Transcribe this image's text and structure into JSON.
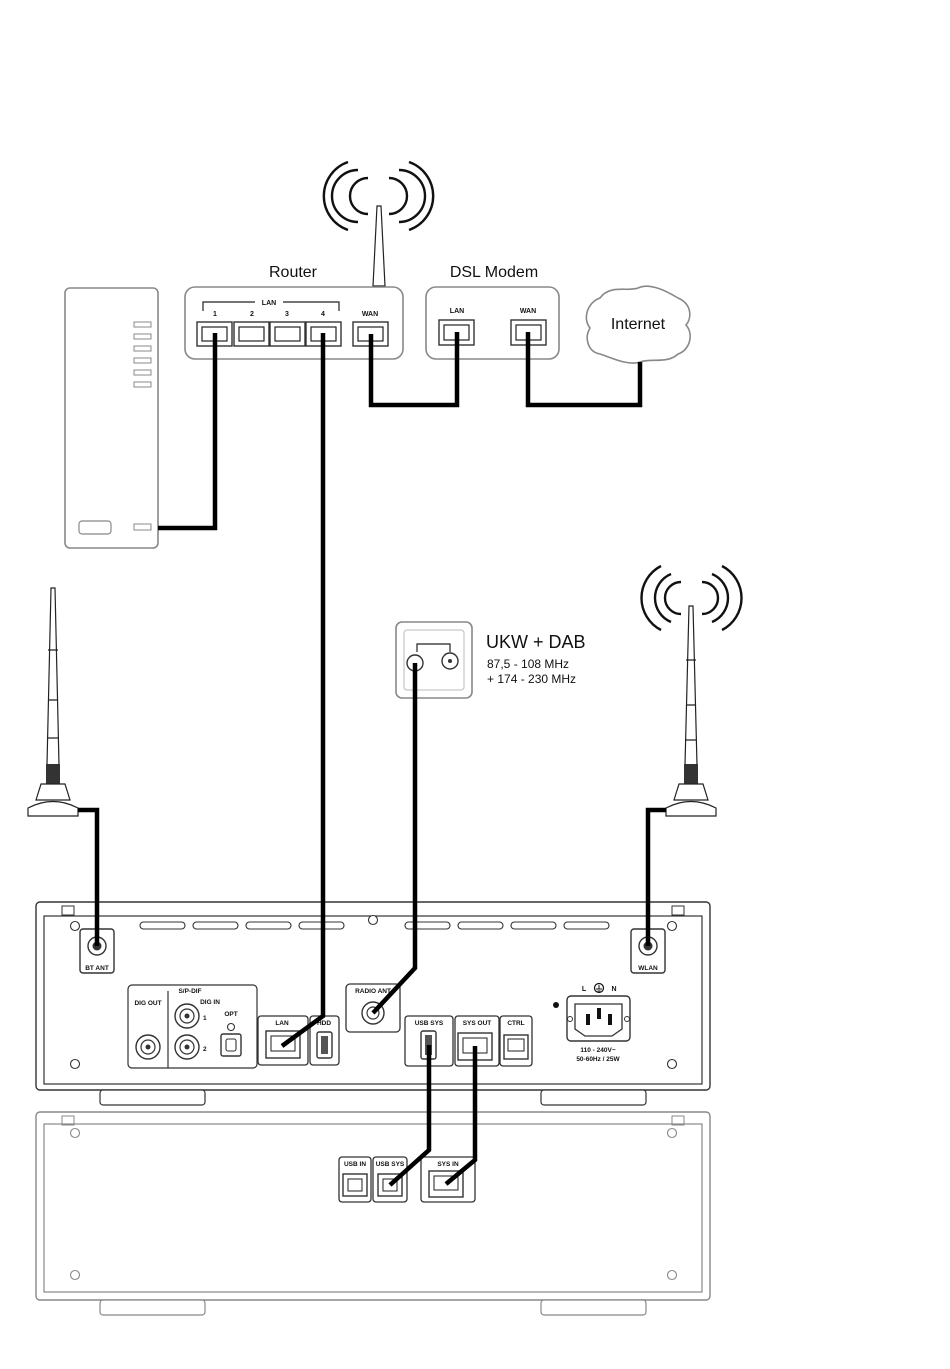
{
  "router": {
    "title": "Router",
    "lan_group": "LAN",
    "ports": [
      "1",
      "2",
      "3",
      "4"
    ],
    "wan": "WAN"
  },
  "modem": {
    "title": "DSL Modem",
    "lan": "LAN",
    "wan": "WAN"
  },
  "internet": "Internet",
  "antenna_socket": {
    "title": "UKW + DAB",
    "band1": "87,5 - 108 MHz",
    "band2": "+ 174 - 230 MHz"
  },
  "main_unit": {
    "bt_ant": "BT ANT",
    "wlan": "WLAN",
    "spdif": "S/P-DIF",
    "dig_out": "DIG OUT",
    "dig_in": "DIG IN",
    "dig_in_1": "1",
    "dig_in_2": "2",
    "opt": "OPT",
    "lan": "LAN",
    "hdd": "HDD",
    "radio_ant": "RADIO ANT",
    "usb_sys": "USB SYS",
    "sys_out": "SYS OUT",
    "ctrl": "CTRL",
    "power_l": "L",
    "power_n": "N",
    "power_rating1": "110 - 240V~",
    "power_rating2": "50-60Hz / 25W"
  },
  "second_unit": {
    "usb_in": "USB IN",
    "usb_sys": "USB SYS",
    "sys_in": "SYS IN"
  }
}
